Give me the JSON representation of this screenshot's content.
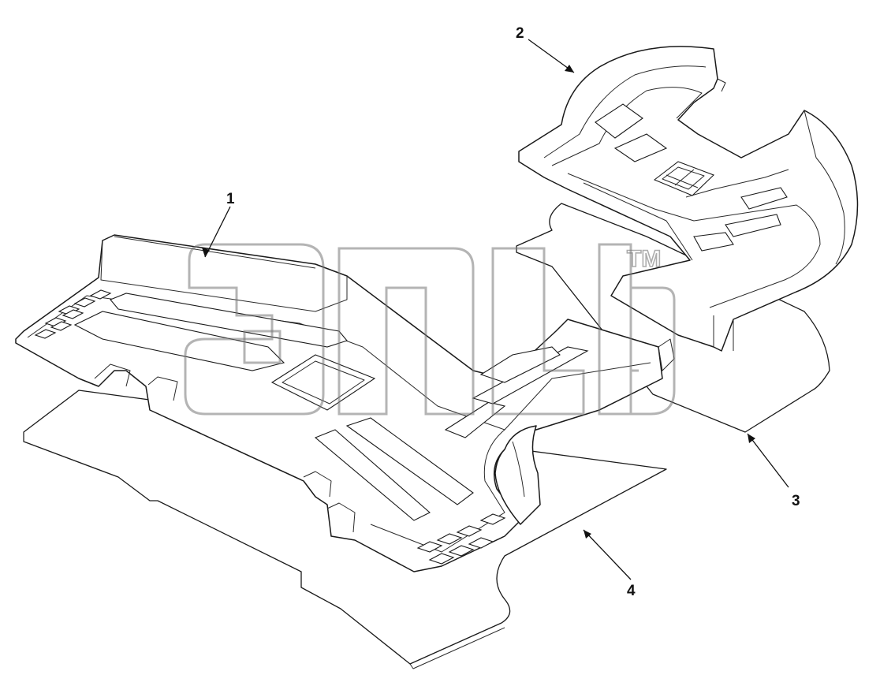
{
  "callouts": [
    {
      "id": "1",
      "label": "1"
    },
    {
      "id": "2",
      "label": "2"
    },
    {
      "id": "3",
      "label": "3"
    },
    {
      "id": "4",
      "label": "4"
    }
  ],
  "watermark": {
    "tm": "TM"
  },
  "colors": {
    "line": "#1a1a1a",
    "background": "#ffffff",
    "watermark": "#777777"
  }
}
